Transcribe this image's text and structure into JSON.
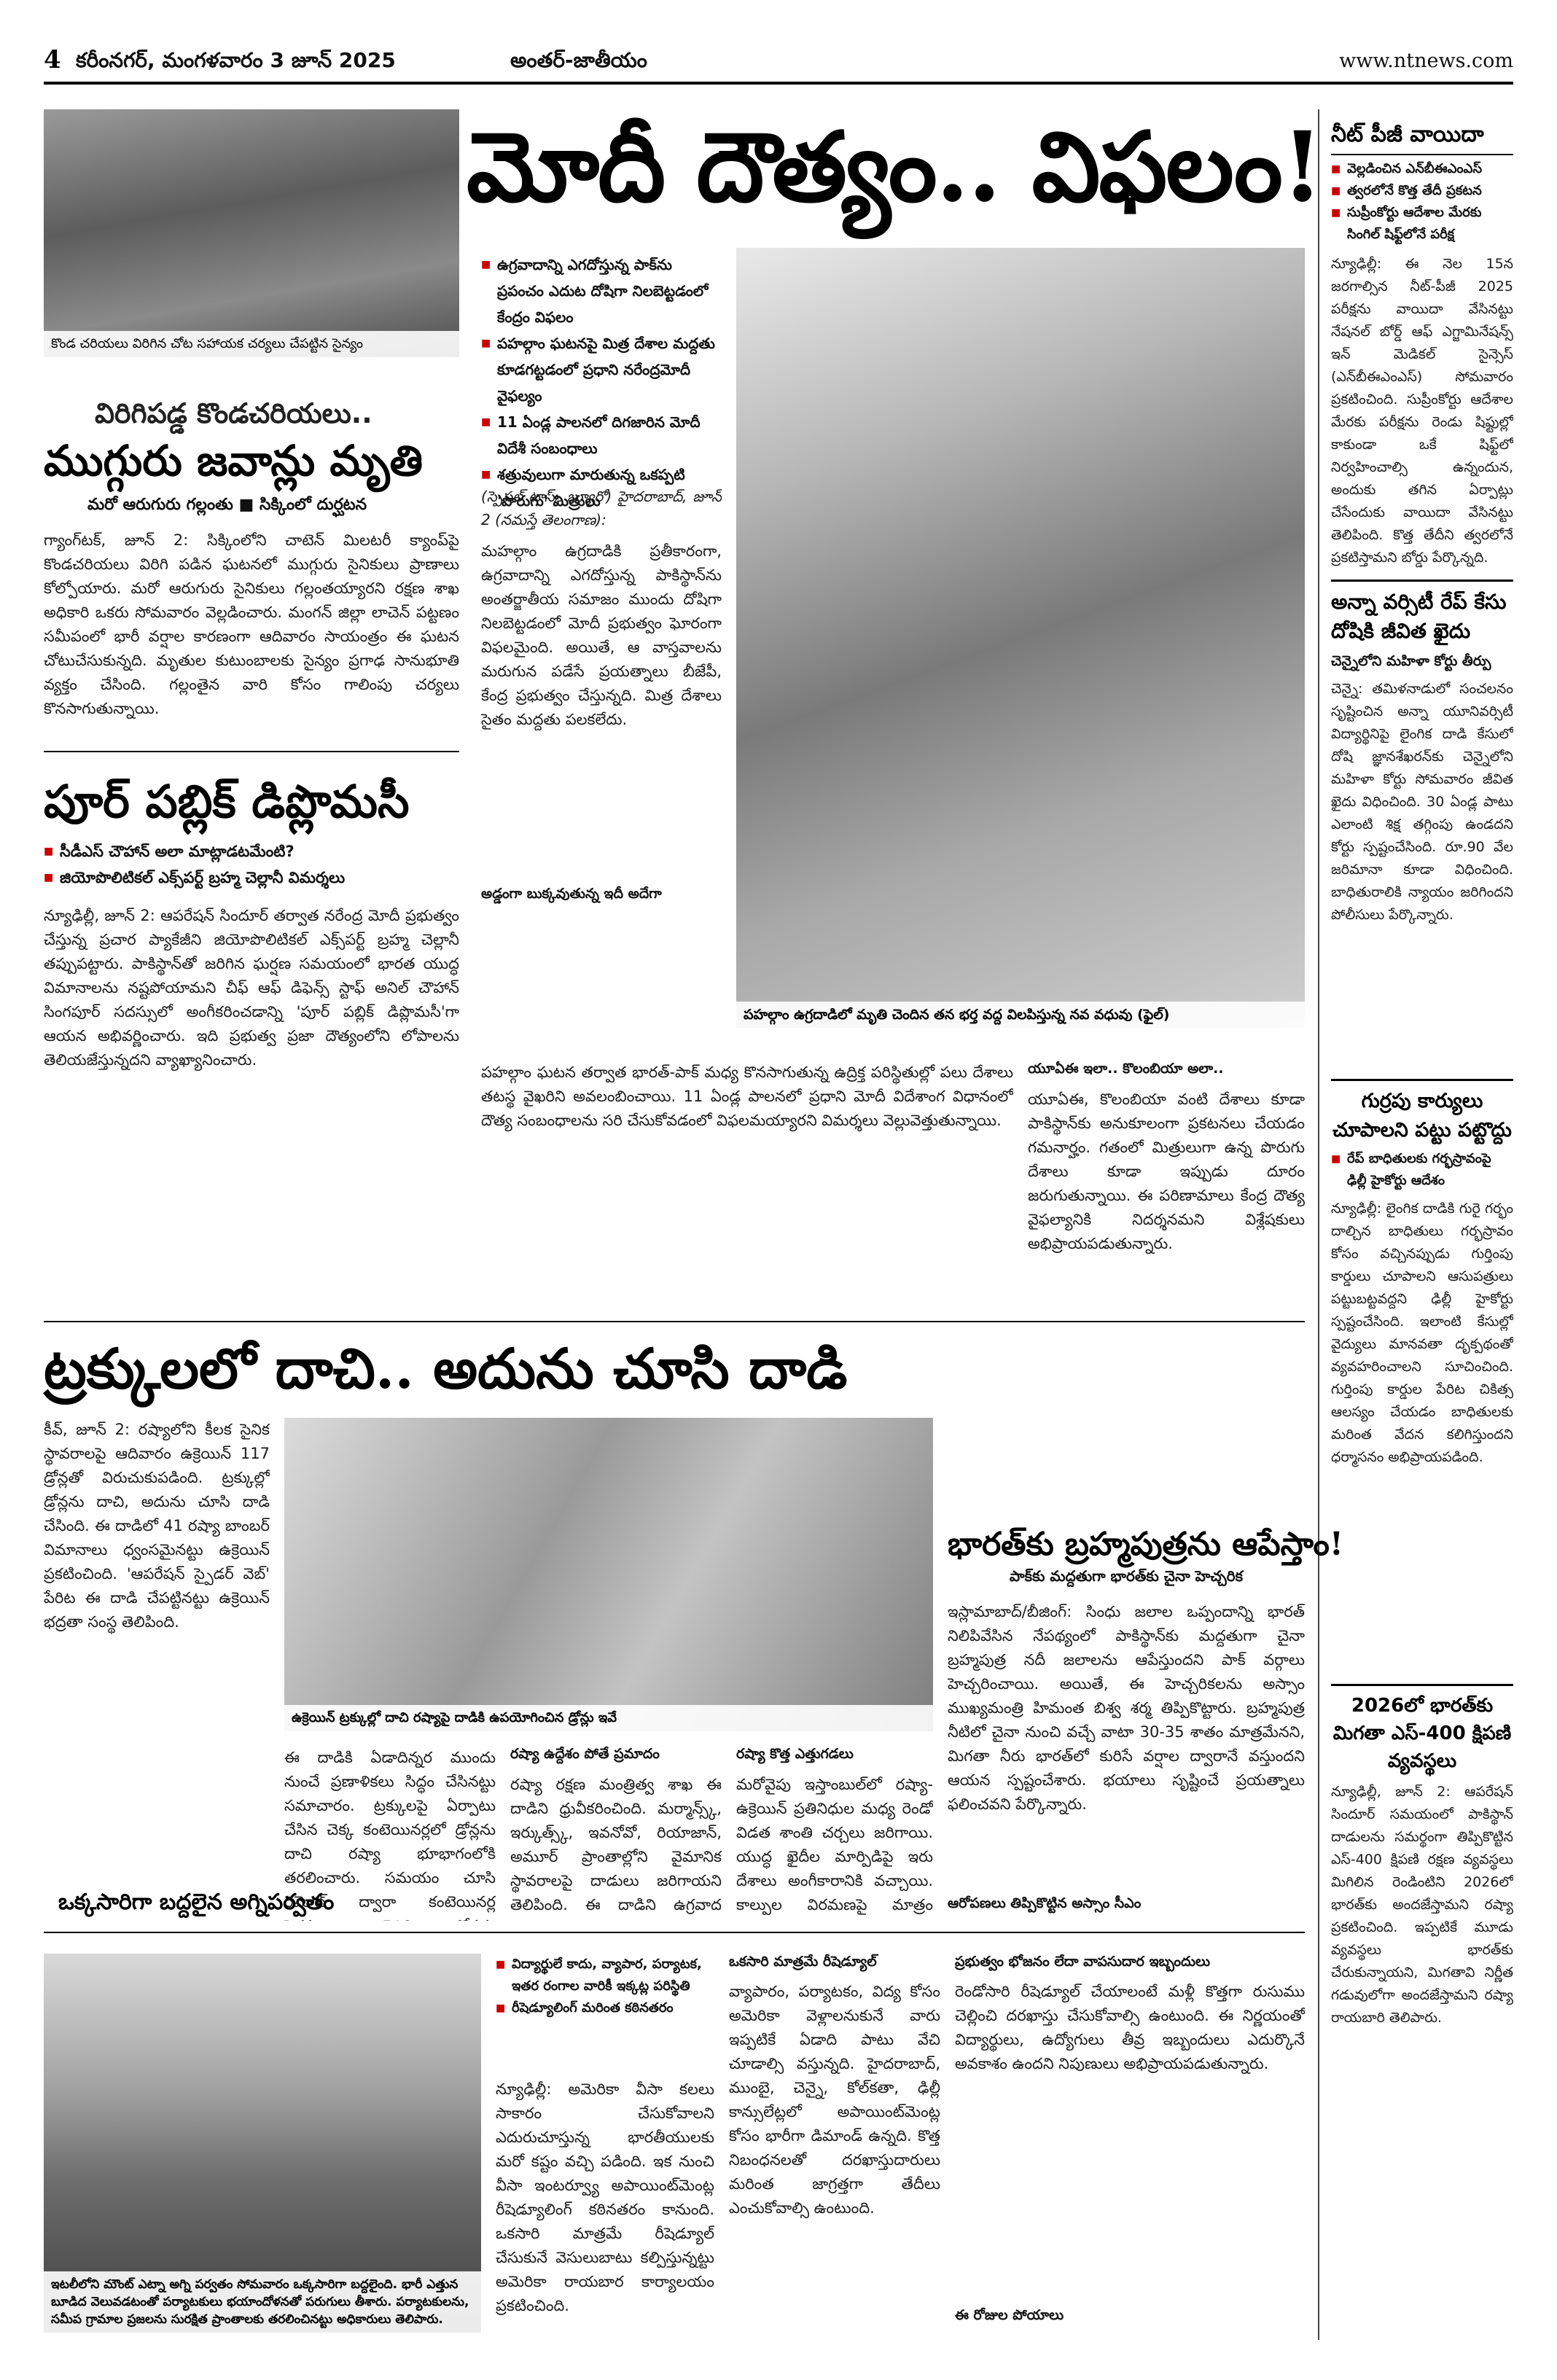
{
  "masthead": {
    "page_number": "4",
    "dateline": "కరీంనగర్, మంగళవారం 3 జూన్ 2025",
    "section": "అంతర్-జాతీయం",
    "website": "www.ntnews.com"
  },
  "main_story": {
    "headline": "మోదీ దౌత్యం.. విఫలం!",
    "bullets": [
      "ఉగ్రవాదాన్ని ఎగదోస్తున్న పాక్‌ను ప్రపంచం ఎదుట దోషిగా నిలబెట్టడంలో కేంద్రం విఫలం",
      "పహల్గాం ఘటనపై మిత్ర దేశాల మద్దతు కూడగట్టడంలో ప్రధాని నరేంద్రమోదీ వైఫల్యం",
      "11 ఏండ్ల పాలనలో దిగజారిన మోదీ విదేశీ సంబంధాలు",
      "శత్రువులుగా మారుతున్న ఒకప్పటి 'పొరుగు' మిత్రులు"
    ],
    "dateline": "(స్పెషల్ టాస్క్ బ్యూరో) హైదరాబాద్, జూన్ 2 (నమస్తే తెలంగాణ):",
    "photo_caption": "పహల్గాం ఉగ్రదాడిలో మృతి చెందిన తన భర్త వద్ద విలపిస్తున్న నవ వధువు (ఫైల్)",
    "subhead_1": "అడ్డంగా బుక్కవుతున్న ఇదీ అదేగా",
    "subhead_2": "యూఏఈ ఇలా.. కొలంబియా అలా..",
    "body": [
      "మహల్గాం ఉగ్రదాడికి ప్రతీకారంగా, ఉగ్రవాదాన్ని ఎగదోస్తున్న పాకిస్థాన్‌ను అంతర్జాతీయ సమాజం ముందు దోషిగా నిలబెట్టడంలో మోదీ ప్రభుత్వం ఘోరంగా విఫలమైంది. అయితే, ఆ వాస్తవాలను మరుగున పడేసే ప్రయత్నాలు బీజేపీ, కేంద్ర ప్రభుత్వం చేస్తున్నది. మిత్ర దేశాలు సైతం మద్దతు పలకలేదు.",
      "పహల్గాం ఘటన తర్వాత భారత్-పాక్ మధ్య కొనసాగుతున్న ఉద్రిక్త పరిస్థితుల్లో పలు దేశాలు తటస్థ వైఖరిని అవలంబించాయి. 11 ఏండ్ల పాలనలో ప్రధాని మోదీ విదేశాంగ విధానంలో దౌత్య సంబంధాలను సరి చేసుకోవడంలో విఫలమయ్యారని విమర్శలు వెల్లువెత్తుతున్నాయి.",
      "యూఏఈ, కొలంబియా వంటి దేశాలు కూడా పాకిస్థాన్‌కు అనుకూలంగా ప్రకటనలు చేయడం గమనార్హం. గతంలో మిత్రులుగా ఉన్న పొరుగు దేశాలు కూడా ఇప్పుడు దూరం జరుగుతున్నాయి. ఈ పరిణామాలు కేంద్ర దౌత్య వైఫల్యానికి నిదర్శనమని విశ్లేషకులు అభిప్రాయపడుతున్నారు."
    ]
  },
  "sikkim_story": {
    "photo_caption": "కొండ చరియలు విరిగిన చోట సహాయక చర్యలు చేపట్టిన సైన్యం",
    "kicker": "విరిగిపడ్డ కొండచరియలు..",
    "headline": "ముగ్గురు జవాన్లు మృతి",
    "subhead": "మరో ఆరుగురు గల్లంతు ■ సిక్కింలో దుర్ఘటన",
    "body": "గ్యాంగ్‌టక్, జూన్ 2: సిక్కింలోని చాటెన్ మిలటరీ క్యాంప్‌పై కొండచరియలు విరిగి పడిన ఘటనలో ముగ్గురు సైనికులు ప్రాణాలు కోల్పోయారు. మరో ఆరుగురు సైనికులు గల్లంతయ్యారని రక్షణ శాఖ అధికారి ఒకరు సోమవారం వెల్లడించారు. మంగన్ జిల్లా లాచెన్ పట్టణం సమీపంలో భారీ వర్షాల కారణంగా ఆదివారం సాయంత్రం ఈ ఘటన చోటుచేసుకున్నది. మృతుల కుటుంబాలకు సైన్యం ప్రగాఢ సానుభూతి వ్యక్తం చేసింది. గల్లంతైన వారి కోసం గాలింపు చర్యలు కొనసాగుతున్నాయి."
  },
  "public_diplomacy_story": {
    "headline": "పూర్ పబ్లిక్ డిప్లొమసీ",
    "bullets": [
      "సీడీఎస్ చౌహాన్ అలా మాట్లాడటమేంటి?",
      "జియోపొలిటికల్ ఎక్స్‌పర్ట్ బ్రహ్మ చెల్లానీ విమర్శలు"
    ],
    "body": "న్యూఢిల్లీ, జూన్ 2: ఆపరేషన్ సిందూర్ తర్వాత నరేంద్ర మోదీ ప్రభుత్వం చేస్తున్న ప్రచార ప్యాకేజీని జియోపొలిటికల్ ఎక్స్‌పర్ట్ బ్రహ్మ చెల్లానీ తప్పుపట్టారు. పాకిస్థాన్‌తో జరిగిన ఘర్షణ సమయంలో భారత యుద్ధ విమానాలను నష్టపోయామని చీఫ్ ఆఫ్ డిఫెన్స్ స్టాఫ్ అనిల్ చౌహాన్ సింగపూర్ సదస్సులో అంగీకరించడాన్ని 'పూర్ పబ్లిక్ డిప్లొమసీ'గా ఆయన అభివర్ణించారు. ఇది ప్రభుత్వ ప్రజా దౌత్యంలోని లోపాలను తెలియజేస్తున్నదని వ్యాఖ్యానించారు."
  },
  "trucks_story": {
    "headline": "ట్రక్కులలో దాచి.. అదును చూసి దాడి",
    "photo_caption": "ఉక్రెయిన్ ట్రక్కుల్లో దాచి రష్యాపై దాడికి ఉపయోగించిన డ్రోన్లు ఇవే",
    "subhead_1": "రష్యా కొత్త ఎత్తుగడలు",
    "subhead_2": "రష్యా ఉద్దేశం పోతే ప్రమాదం",
    "body": [
      "కీవ్, జూన్ 2: రష్యాలోని కీలక సైనిక స్థావరాలపై ఆదివారం ఉక్రెయిన్ 117 డ్రోన్లతో విరుచుకుపడింది. ట్రక్కుల్లో డ్రోన్లను దాచి, అదును చూసి దాడి చేసింది. ఈ దాడిలో 41 రష్యా బాంబర్ విమానాలు ధ్వంసమైనట్టు ఉక్రెయిన్ ప్రకటించింది. 'ఆపరేషన్ స్పైడర్ వెబ్' పేరిట ఈ దాడి చేపట్టినట్టు ఉక్రెయిన్ భద్రతా సంస్థ తెలిపింది.",
      "ఈ దాడికి ఏడాదిన్నర ముందు నుంచే ప్రణాళికలు సిద్ధం చేసినట్టు సమాచారం. ట్రక్కులపై ఏర్పాటు చేసిన చెక్క కంటెయినర్లలో డ్రోన్లను దాచి రష్యా భూభాగంలోకి తరలించారు. సమయం చూసి రిమోట్ ద్వారా కంటెయినర్ల పైకప్పులు తెరిచి డ్రోన్లను ప్రయోగించారు.",
      "రష్యా రక్షణ మంత్రిత్వ శాఖ ఈ దాడిని ధ్రువీకరించింది. మర్మాన్స్క్, ఇర్కుత్స్క్, ఇవనోవో, రియాజాన్, అమూర్ ప్రాంతాల్లోని వైమానిక స్థావరాలపై దాడులు జరిగాయని తెలిపింది. ఈ దాడిని ఉగ్రవాద చర్యగా రష్యా అభివర్ణించింది.",
      "మరోవైపు ఇస్తాంబుల్‌లో రష్యా-ఉక్రెయిన్ ప్రతినిధుల మధ్య రెండో విడత శాంతి చర్చలు జరిగాయి. యుద్ధ ఖైదీల మార్పిడిపై ఇరు దేశాలు అంగీకారానికి వచ్చాయి. కాల్పుల విరమణపై మాత్రం ఏకాభిప్రాయం కుదరలేదు."
    ]
  },
  "brahmaputra_story": {
    "headline": "భారత్‌కు బ్రహ్మపుత్రను ఆపేస్తాం!",
    "subhead": "పాక్‌కు మద్దతుగా భారత్‌కు చైనా హెచ్చరిక",
    "subhead_2": "ఆరోపణలు తిప్పికొట్టిన అస్సాం సీఎం",
    "body": "ఇస్లామాబాద్/బీజింగ్: సింధు జలాల ఒప్పందాన్ని భారత్ నిలిపివేసిన నేపథ్యంలో పాకిస్థాన్‌కు మద్దతుగా చైనా బ్రహ్మపుత్ర నదీ జలాలను ఆపేస్తుందని పాక్ వర్గాలు హెచ్చరించాయి. అయితే, ఈ హెచ్చరికలను అస్సాం ముఖ్యమంత్రి హిమంత బిశ్వ శర్మ తిప్పికొట్టారు. బ్రహ్మపుత్ర నీటిలో చైనా నుంచి వచ్చే వాటా 30-35 శాతం మాత్రమేనని, మిగతా నీరు భారత్‌లో కురిసే వర్షాల ద్వారానే వస్తుందని ఆయన స్పష్టంచేశారు. భయాలు సృష్టించే ప్రయత్నాలు ఫలించవని పేర్కొన్నారు."
  },
  "volcano_story": {
    "headline": "ఒక్కసారిగా బద్దలైన అగ్నిపర్వతం",
    "photo_caption": "ఇటలీలోని మౌంట్ ఎట్నా అగ్ని పర్వతం సోమవారం ఒక్కసారిగా బద్దలైంది. భారీ ఎత్తున బూడిద వెలువడటంతో పర్యాటకులు భయాందోళనతో పరుగులు తీశారు. పర్యాటకులను, సమీప గ్రామాల ప్రజలను సురక్షిత ప్రాంతాలకు తరలించినట్టు అధికారులు తెలిపారు."
  },
  "usa_visa_story": {
    "bullets": [
      "విద్యార్థులే కాదు, వ్యాపార, పర్యాటక, ఇతర రంగాల వారికీ ఇక్కట్ల పరిస్థితి",
      "రీషెడ్యూలింగ్ మరింత కఠినతరం"
    ],
    "subhead_1": "ఒకసారి మాత్రమే రీషెడ్యూల్",
    "subhead_2": "ప్రభుత్వం భోజనం లేదా వాపసుదార ఇబ్బందులు",
    "subhead_3": "ఈ రోజుల పోయాలు",
    "body": [
      "న్యూఢిల్లీ: అమెరికా వీసా కలలు సాకారం చేసుకోవాలని ఎదురుచూస్తున్న భారతీయులకు మరో కష్టం వచ్చి పడింది. ఇక నుంచి వీసా ఇంటర్వ్యూ అపాయింట్‌మెంట్ల రీషెడ్యూలింగ్ కఠినతరం కానుంది. ఒకసారి మాత్రమే రీషెడ్యూల్ చేసుకునే వెసులుబాటు కల్పిస్తున్నట్టు అమెరికా రాయబార కార్యాలయం ప్రకటించింది.",
      "వ్యాపారం, పర్యాటకం, విద్య కోసం అమెరికా వెళ్లాలనుకునే వారు ఇప్పటికే ఏడాది పాటు వేచి చూడాల్సి వస్తున్నది. హైదరాబాద్, ముంబై, చెన్నై, కోల్‌కతా, ఢిల్లీ కాన్సులేట్లలో అపాయింట్‌మెంట్ల కోసం భారీగా డిమాండ్ ఉన్నది. కొత్త నిబంధనలతో దరఖాస్తుదారులు మరింత జాగ్రత్తగా తేదీలు ఎంచుకోవాల్సి ఉంటుంది.",
      "రెండోసారి రీషెడ్యూల్ చేయాలంటే మళ్లీ కొత్తగా రుసుము చెల్లించి దరఖాస్తు చేసుకోవాల్సి ఉంటుంది. ఈ నిర్ణయంతో విద్యార్థులు, ఉద్యోగులు తీవ్ర ఇబ్బందులు ఎదుర్కొనే అవకాశం ఉందని నిపుణులు అభిప్రాయపడుతున్నారు."
    ]
  },
  "sidebar": {
    "neet": {
      "headline": "నీట్ పీజీ వాయిదా",
      "bullets": [
        "వెల్లడించిన ఎన్‌బీఈఎంఎస్",
        "త్వరలోనే కొత్త తేదీ ప్రకటన",
        "సుప్రీంకోర్టు ఆదేశాల మేరకు సింగిల్ షిఫ్ట్‌లోనే పరీక్ష"
      ],
      "body": "న్యూఢిల్లీ: ఈ నెల 15న జరగాల్సిన నీట్-పీజీ 2025 పరీక్షను వాయిదా వేసినట్టు నేషనల్ బోర్డ్ ఆఫ్ ఎగ్జామినేషన్స్ ఇన్ మెడికల్ సైన్సెస్ (ఎన్‌బీఈఎంఎస్) సోమవారం ప్రకటించింది. సుప్రీంకోర్టు ఆదేశాల మేరకు పరీక్షను రెండు షిఫ్టుల్లో కాకుండా ఒకే షిఫ్ట్‌లో నిర్వహించాల్సి ఉన్నందున, అందుకు తగిన ఏర్పాట్లు చేసేందుకు వాయిదా వేసినట్టు తెలిపింది. కొత్త తేదీని త్వరలోనే ప్రకటిస్తామని బోర్డు పేర్కొన్నది."
    },
    "anna": {
      "headline": "అన్నా వర్సిటీ రేప్ కేసు దోషికి జీవిత ఖైదు",
      "subhead": "చెన్నైలోని మహిళా కోర్టు తీర్పు",
      "body": "చెన్నై: తమిళనాడులో సంచలనం సృష్టించిన అన్నా యూనివర్సిటీ విద్యార్థినిపై లైంగిక దాడి కేసులో దోషి జ్ఞానశేఖరన్‌కు చెన్నైలోని మహిళా కోర్టు సోమవారం జీవిత ఖైదు విధించింది. 30 ఏండ్ల పాటు ఎలాంటి శిక్ష తగ్గింపు ఉండదని కోర్టు స్పష్టంచేసింది. రూ.90 వేల జరిమానా కూడా విధించింది. బాధితురాలికి న్యాయం జరిగిందని పోలీసులు పేర్కొన్నారు."
    },
    "gurupu": {
      "headline": "గుర్రపు కార్యులు చూపాలని పట్టు పట్టొద్దు",
      "bullets": [
        "రేప్ బాధితులకు గర్భస్రావంపై ఢిల్లీ హైకోర్టు ఆదేశం"
      ],
      "body": "న్యూఢిల్లీ: లైంగిక దాడికి గురై గర్భం దాల్చిన బాధితులు గర్భస్రావం కోసం వచ్చినప్పుడు గుర్తింపు కార్డులు చూపాలని ఆసుపత్రులు పట్టుబట్టవద్దని ఢిల్లీ హైకోర్టు స్పష్టంచేసింది. ఇలాంటి కేసుల్లో వైద్యులు మానవతా దృక్పథంతో వ్యవహరించాలని సూచించింది. గుర్తింపు కార్డుల పేరిట చికిత్స ఆలస్యం చేయడం బాధితులకు మరింత వేదన కలిగిస్తుందని ధర్మాసనం అభిప్రాయపడింది."
    },
    "s400": {
      "headline": "2026లో భారత్‌కు మిగతా ఎస్-400 క్షిపణి వ్యవస్థలు",
      "body": "న్యూఢిల్లీ, జూన్ 2: ఆపరేషన్ సిందూర్ సమయంలో పాకిస్థాన్ దాడులను సమర్థంగా తిప్పికొట్టిన ఎస్-400 క్షిపణి రక్షణ వ్యవస్థలు మిగిలిన రెండింటిని 2026లో భారత్‌కు అందజేస్తామని రష్యా ప్రకటించింది. ఇప్పటికే మూడు వ్యవస్థలు భారత్‌కు చేరుకున్నాయని, మిగతావి నిర్ణీత గడువులోగా అందజేస్తామని రష్యా రాయబారి తెలిపారు."
    }
  }
}
